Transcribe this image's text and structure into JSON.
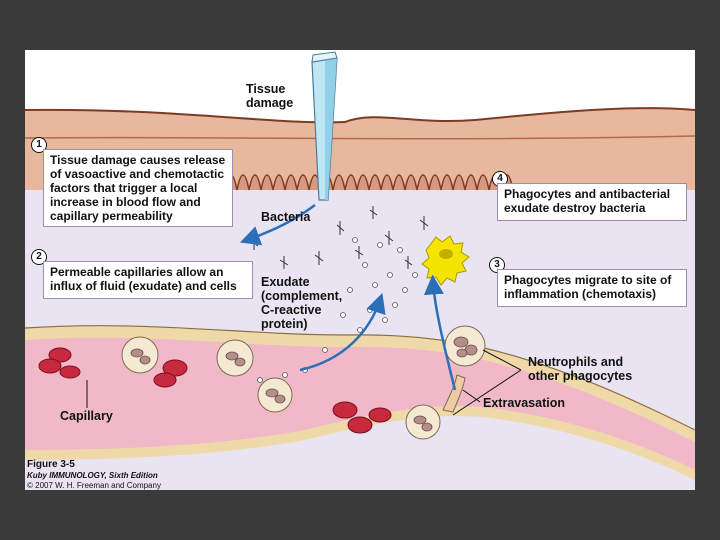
{
  "labels": {
    "tissue_damage": [
      "Tissue",
      "damage"
    ],
    "bacteria": "Bacteria",
    "exudate": [
      "Exudate",
      "(complement,",
      "C-reactive",
      "protein)"
    ],
    "neutrophils": [
      "Neutrophils and",
      "other phagocytes"
    ],
    "extravasation": "Extravasation",
    "capillary": "Capillary"
  },
  "steps": [
    {
      "number": "1",
      "lines": [
        "Tissue damage causes release",
        "of vasoactive and chemotactic",
        "factors that trigger a local",
        "increase in blood flow and",
        "capillary permeability"
      ]
    },
    {
      "number": "2",
      "lines": [
        "Permeable capillaries allow an",
        "influx of fluid (exudate) and cells"
      ]
    },
    {
      "number": "3",
      "lines": [
        "Phagocytes migrate to site of",
        "inflammation (chemotaxis)"
      ]
    },
    {
      "number": "4",
      "lines": [
        "Phagocytes and antibacterial",
        "exudate destroy bacteria"
      ]
    }
  ],
  "caption": {
    "figure": "Figure 3-5",
    "book": "Kuby IMMUNOLOGY, Sixth Edition",
    "copyright": "© 2007 W. H. Freeman and Company"
  },
  "colors": {
    "skin": "#e7b89d",
    "skin_dark": "#b8674c",
    "tissue": "#e9e4f2",
    "vessel": "#f1b9c8",
    "vessel_wall": "#efd9a8",
    "rbc": "#c72a3d",
    "arrow": "#2b6fb8",
    "phagocyte": "#f5e400"
  }
}
